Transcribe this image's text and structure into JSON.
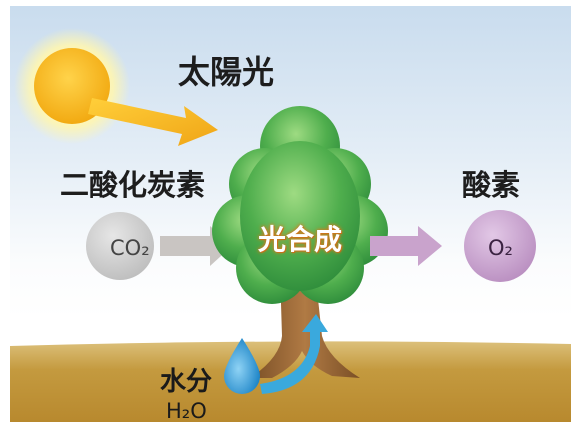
{
  "labels": {
    "sunlight": "太陽光",
    "co2_name": "二酸化炭素",
    "co2_formula": "CO₂",
    "photosynthesis": "光合成",
    "o2_name": "酸素",
    "o2_formula": "O₂",
    "water_name": "水分",
    "water_formula": "H₂O"
  },
  "colors": {
    "sun": "#f6b620",
    "sun_glow": "#fff7b8",
    "co2_circle": "#cfcfcf",
    "o2_circle": "#caa6cf",
    "tree_canopy": "#3aa24a",
    "trunk": "#9a6a3a",
    "ground": "#c8a34a",
    "water_drop": "#2f9ad6"
  },
  "icons": [
    "sun-icon",
    "water-drop-icon",
    "tree-icon"
  ]
}
